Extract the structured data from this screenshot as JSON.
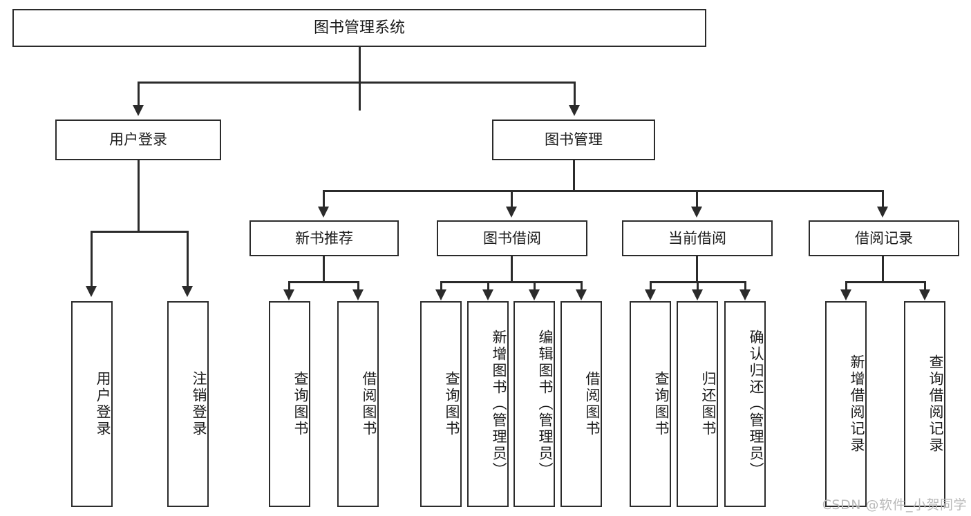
{
  "diagram": {
    "title": "图书管理系统",
    "root": {
      "label": "图书管理系统"
    },
    "level2": [
      {
        "label": "用户登录"
      },
      {
        "label": "图书管理"
      }
    ],
    "level3": [
      {
        "label": "新书推荐"
      },
      {
        "label": "图书借阅"
      },
      {
        "label": "当前借阅"
      },
      {
        "label": "借阅记录"
      }
    ],
    "leaves": {
      "user_login": [
        {
          "label": "用户登录"
        },
        {
          "label": "注销登录"
        }
      ],
      "new_book_recommend": [
        {
          "label": "查询图书"
        },
        {
          "label": "借阅图书"
        }
      ],
      "book_borrow": [
        {
          "label": "查询图书"
        },
        {
          "label": "新增图书（管理员）"
        },
        {
          "label": "编辑图书（管理员）"
        },
        {
          "label": "借阅图书"
        }
      ],
      "current_borrow": [
        {
          "label": "查询图书"
        },
        {
          "label": "归还图书"
        },
        {
          "label": "确认归还（管理员）"
        }
      ],
      "borrow_record": [
        {
          "label": "新增借阅记录"
        },
        {
          "label": "查询借阅记录"
        }
      ]
    }
  },
  "watermark": {
    "text": "CSDN @软件_小贺同学"
  },
  "colors": {
    "stroke": "#2b2b2b",
    "background": "#ffffff",
    "text": "#1c1c1c",
    "watermark": "#b9b9b9"
  }
}
